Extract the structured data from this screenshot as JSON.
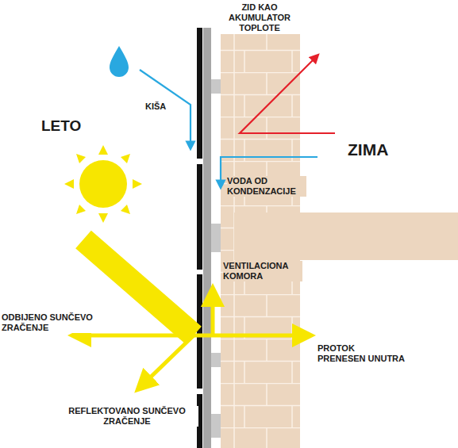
{
  "diagram": {
    "labels": [
      "ZID KAO AKUMULATOR TOPLOTE",
      "KIŠA",
      "LETO",
      "ZIMA",
      "VODA OD KONDENZACIJE",
      "VENTILACIONA KOMORA",
      "ODBIJENO SUNČEVO ZRAČENJE",
      "PROTOK PRENESEN UNUTRA",
      "REFLEKTOVANO SUNČEVO ZRAČENJE"
    ]
  }
}
